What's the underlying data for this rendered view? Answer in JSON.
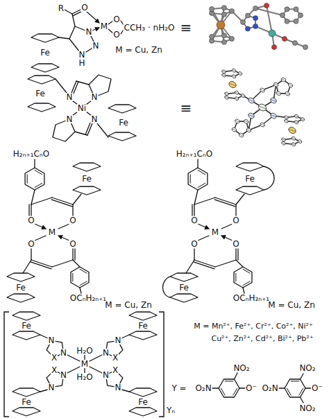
{
  "diagram": {
    "labels": [
      "R",
      "O",
      "M",
      "O",
      "O",
      "CCH₃ · nH₂O",
      "N",
      "N",
      "N",
      "H",
      "Fe",
      "M = Cu, Zn",
      "≡",
      "N",
      "N",
      "N",
      "N",
      "Ni",
      "Fe",
      "Fe",
      "≡",
      "H₂ₙ₊₁CₙO",
      "O",
      "O",
      "M",
      "O",
      "O",
      "Fe",
      "Fe",
      "OCₙH₂ₙ₊₁",
      "M = Cu, Zn",
      "H₂ₙ₊₁CₙO",
      "O",
      "O",
      "M",
      "O",
      "O",
      "Fe",
      "Fe",
      "OCₙH₂ₙ₊₁",
      "M = Cu, Zn",
      "M",
      "H₂O",
      "H₂O",
      "N",
      "N",
      "X",
      "N",
      "N",
      "X",
      "N",
      "N",
      "X",
      "N",
      "N",
      "X",
      "Fe",
      "Fe",
      "Fe",
      "Fe",
      "Yₙ",
      "M = Mn²⁺, Fe²⁺, Cr²⁺, Co²⁺, Ni²⁺",
      "Cu²⁺, Zn²⁺, Cd²⁺, Bi²⁺, Pb²⁺",
      "Y =",
      "O⁻",
      "NO₂",
      "O₂N",
      "O₂N",
      "NO₂",
      "O⁻",
      "NO₂"
    ]
  }
}
